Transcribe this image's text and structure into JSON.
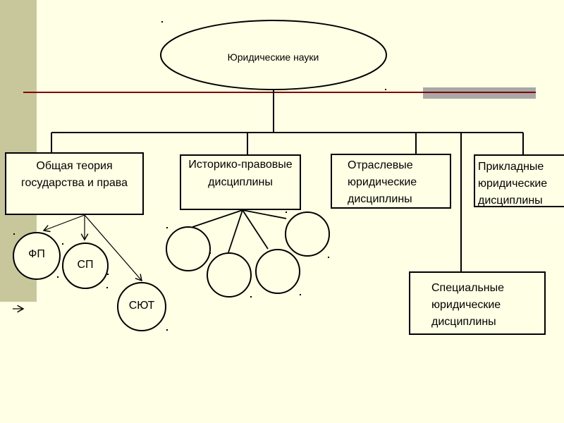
{
  "root": {
    "label": "Юридические науки"
  },
  "branches": [
    {
      "label": "Общая теория государства и права"
    },
    {
      "label": "Историко-правовые дисциплины"
    },
    {
      "label": "Отраслевые юридические дисциплины"
    },
    {
      "label": "Прикладные юридические дисциплины"
    },
    {
      "label": "Специальные юридические дисциплины"
    }
  ],
  "subitems": [
    {
      "label": "ФП"
    },
    {
      "label": "СП"
    },
    {
      "label": "СЮТ"
    }
  ],
  "colors": {
    "background": "#ffffe5",
    "sidebar": "#c7c79b",
    "accent_line": "#800000",
    "grey_bar": "#a8a8a8"
  }
}
